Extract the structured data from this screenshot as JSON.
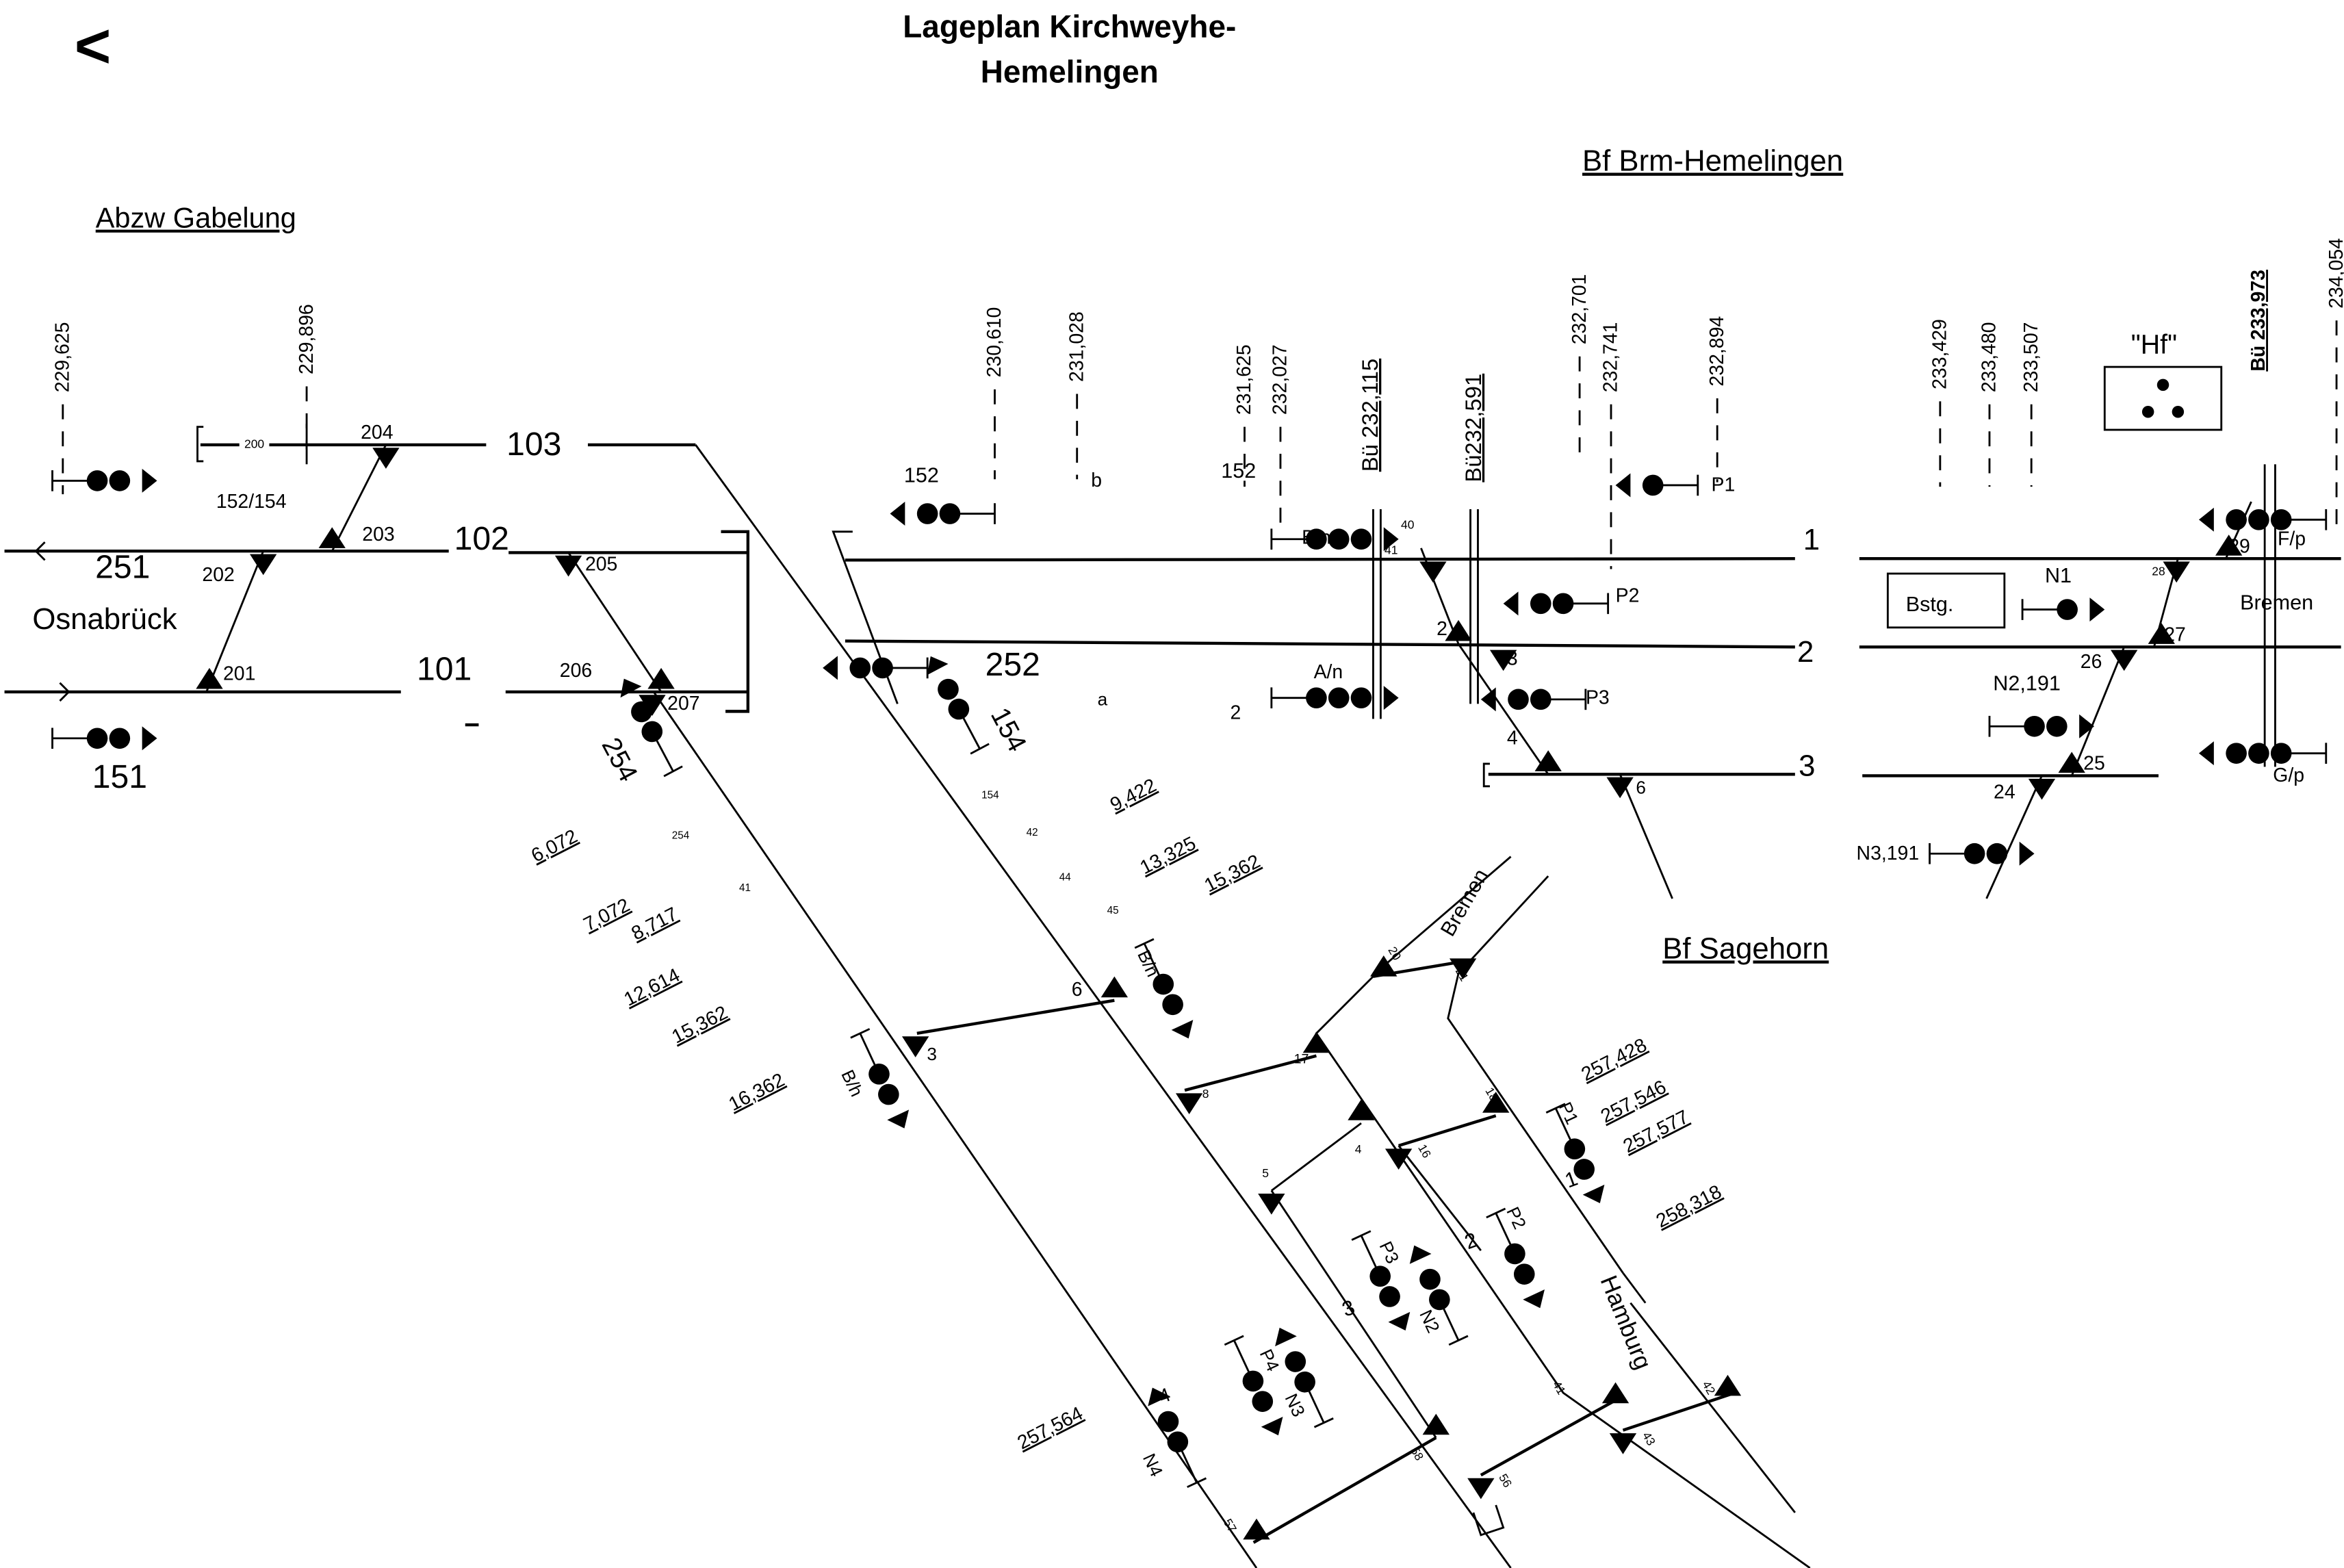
{
  "header": {
    "back": "<",
    "title_line1": "Lageplan Kirchweyhe-",
    "title_line2": "Hemelingen"
  },
  "stations": {
    "abzw": "Abzw Gabelung",
    "hemelingen": "Bf Brm-Hemelingen",
    "sagehorn": "Bf Sagehorn"
  },
  "places": {
    "osnabrueck": "Osnabrück",
    "bremen_right": "Bremen",
    "bremen_sagehorn": "Bremen",
    "hamburg": "Hamburg"
  },
  "tracks": {
    "abzw": [
      "103",
      "102",
      "101"
    ],
    "hemelingen": [
      "1",
      "2",
      "3"
    ],
    "sagehorn": [
      "1",
      "2",
      "3",
      "4"
    ]
  },
  "switches": {
    "abzw": [
      "204",
      "203",
      "202",
      "201",
      "205",
      "206",
      "207"
    ],
    "hemelingen": [
      "40",
      "41",
      "2",
      "3",
      "4",
      "6"
    ],
    "hemelingen_east": [
      "29",
      "28",
      "27",
      "26",
      "25",
      "24"
    ],
    "sagehorn": [
      "6",
      "3",
      "8",
      "17",
      "5",
      "4",
      "16",
      "18",
      "20",
      "21",
      "57",
      "58",
      "56",
      "41",
      "43",
      "42"
    ]
  },
  "km_marks": [
    "229,625",
    "229,896",
    "230,610",
    "231,028",
    "231,625",
    "232,027",
    "232,701",
    "232,741",
    "232,894",
    "233,429",
    "233,480",
    "233,507",
    "234,054"
  ],
  "level_crossings": [
    "Bü 232,115",
    "Bü232,591",
    "Bü 233,973"
  ],
  "km_marks_diagonal": [
    "6,072",
    "7,072",
    "8,717",
    "12,614",
    "15,362",
    "16,362",
    "9,422",
    "13,325",
    "15,362",
    "257,428",
    "257,546",
    "257,577",
    "258,318",
    "257,564"
  ],
  "signals": {
    "s251": "251",
    "s151": "151",
    "s152_154": "152/154",
    "s200": "200",
    "s252": "252",
    "s152a": "152",
    "sb": "b",
    "s152b": "152",
    "sBn": "B/n",
    "sAn": "A/n",
    "sa": "a",
    "s2": "2",
    "P1": "P1",
    "P2": "P2",
    "P3": "P3",
    "N1": "N1",
    "N2": "N2,191",
    "N3": "N3,191",
    "Fp": "F/p",
    "Gp": "G/p",
    "s254": "254",
    "s154": "154",
    "small_154": "154",
    "small_42": "42",
    "small_44": "44",
    "small_254": "254",
    "small_41": "41",
    "small_45": "45",
    "sag_Bn": "B/n",
    "sag_Bh": "B/h",
    "sag_P1": "P1",
    "sag_P2": "P2",
    "sag_P3": "P3",
    "sag_P4": "P4",
    "sag_N2": "N2",
    "sag_N3": "N3",
    "sag_N4": "N4"
  },
  "misc": {
    "platform": "Bstg.",
    "hf": "\"Hf\""
  }
}
